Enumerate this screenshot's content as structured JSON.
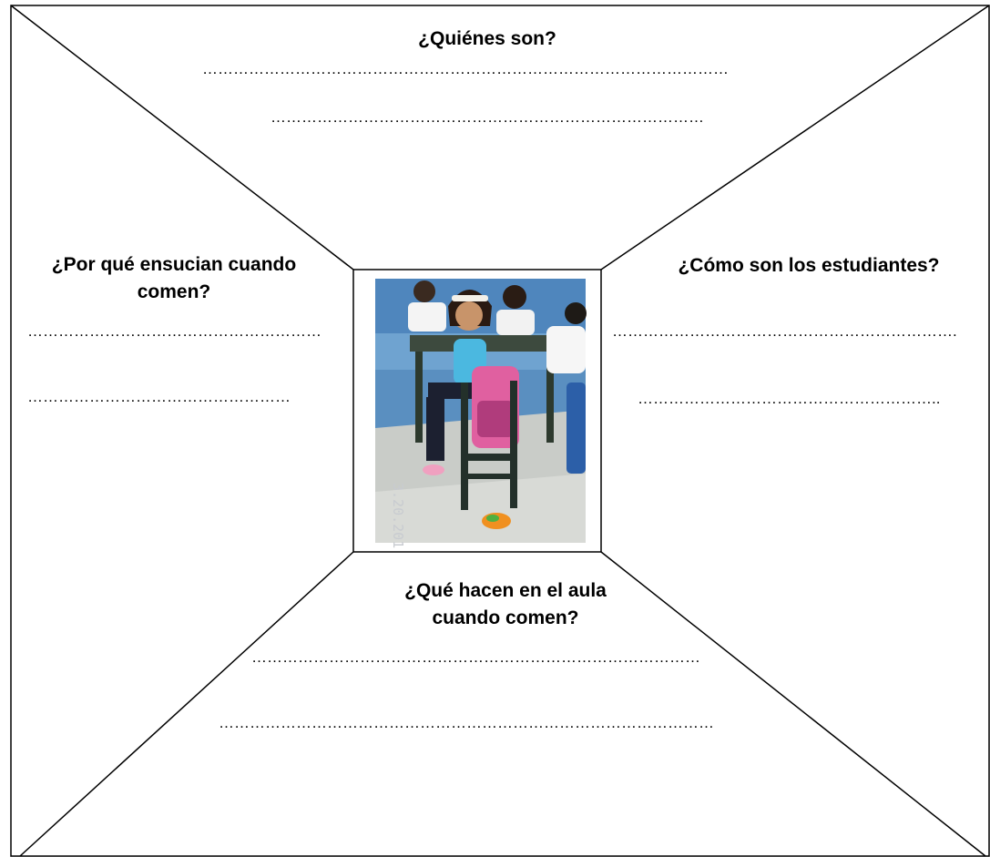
{
  "questions": {
    "top": "¿Quiénes son?",
    "left": "¿Por qué ensucian cuando comen?",
    "right": "¿Cómo son los estudiantes?",
    "bottom": "¿Qué hacen en el aula cuando comen?"
  },
  "answer_lines": {
    "top_1": "…………………………………………………………………………………………",
    "top_2": "…………………………………………………………………………",
    "left_1": "…………………………………………………",
    "left_2": "……………………………………………",
    "right_1": "…………………………………………………………..",
    "right_2": "…………………………………………………..",
    "bottom_1": "……………………………………………………………………………",
    "bottom_2": "……………………………………………………………………………………"
  },
  "photo": {
    "timestamp": "3.20.201",
    "description_icon": "classroom-photo"
  }
}
